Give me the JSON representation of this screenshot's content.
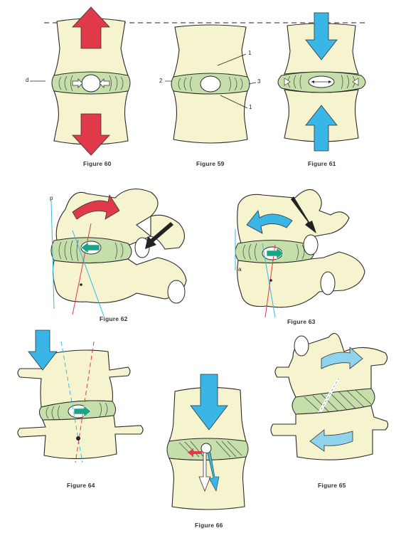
{
  "figures": {
    "fig60": {
      "caption": "Figure 60",
      "label_d": "d"
    },
    "fig59": {
      "caption": "Figure 59",
      "label_1a": "1",
      "label_2": "2",
      "label_3": "3",
      "label_1b": "1"
    },
    "fig61": {
      "caption": "Figure 61"
    },
    "fig62": {
      "caption": "Figure 62",
      "label_p": "p"
    },
    "fig63": {
      "caption": "Figure 63",
      "label_a": "a"
    },
    "fig64": {
      "caption": "Figure 64"
    },
    "fig65": {
      "caption": "Figure 65"
    },
    "fig66": {
      "caption": "Figure 66"
    }
  },
  "colors": {
    "bone": "#f6f3cf",
    "disc": "#c6dfaa",
    "red_arrow": "#e0394a",
    "blue_arrow": "#39b6e6",
    "green_arrow": "#1aa586",
    "light_blue_arrow": "#8fd3ec",
    "axis_red": "#e0394a",
    "axis_blue": "#39b6e6"
  }
}
